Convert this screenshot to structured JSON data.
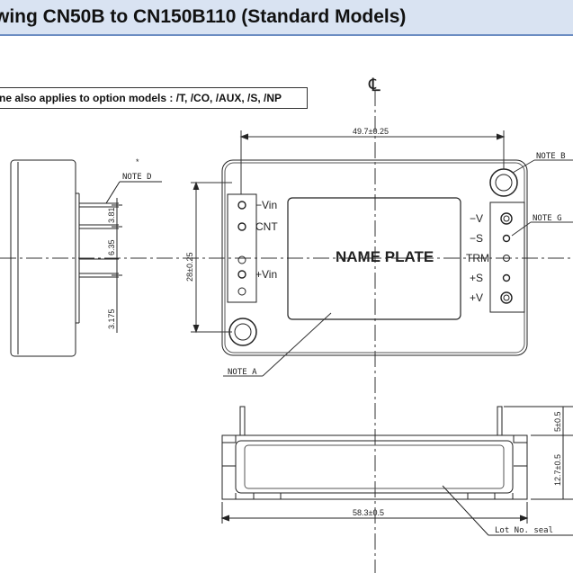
{
  "header": {
    "title": "wing CN50B to CN150B110 (Standard Models)"
  },
  "note": {
    "text": "ne also applies to option models : /T, /CO, /AUX, /S, /NP"
  },
  "drawing": {
    "centerline": "℄",
    "name_plate": "NAME PLATE",
    "labels": {
      "note_a": "NOTE A",
      "note_b": "NOTE B",
      "note_d": "NOTE D",
      "note_g": "NOTE G",
      "lot_no_seal": "Lot No. seal",
      "asterisk": "*"
    },
    "pins_left": {
      "neg_vin": "−Vin",
      "cnt": "CNT",
      "pos_vin": "+Vin"
    },
    "pins_right": {
      "neg_v": "−V",
      "neg_s": "−S",
      "trm": "TRM",
      "pos_s": "+S",
      "pos_v": "+V"
    },
    "dimensions": {
      "width_top": "49.7±0.25",
      "height": "28±0.25",
      "width_bottom": "58.3±0.5",
      "pin_height": "5±0.5",
      "body_height": "12.7±0.5",
      "pitch_a": "3.81",
      "pitch_b": "6.35",
      "pitch_c": "3.175"
    }
  }
}
